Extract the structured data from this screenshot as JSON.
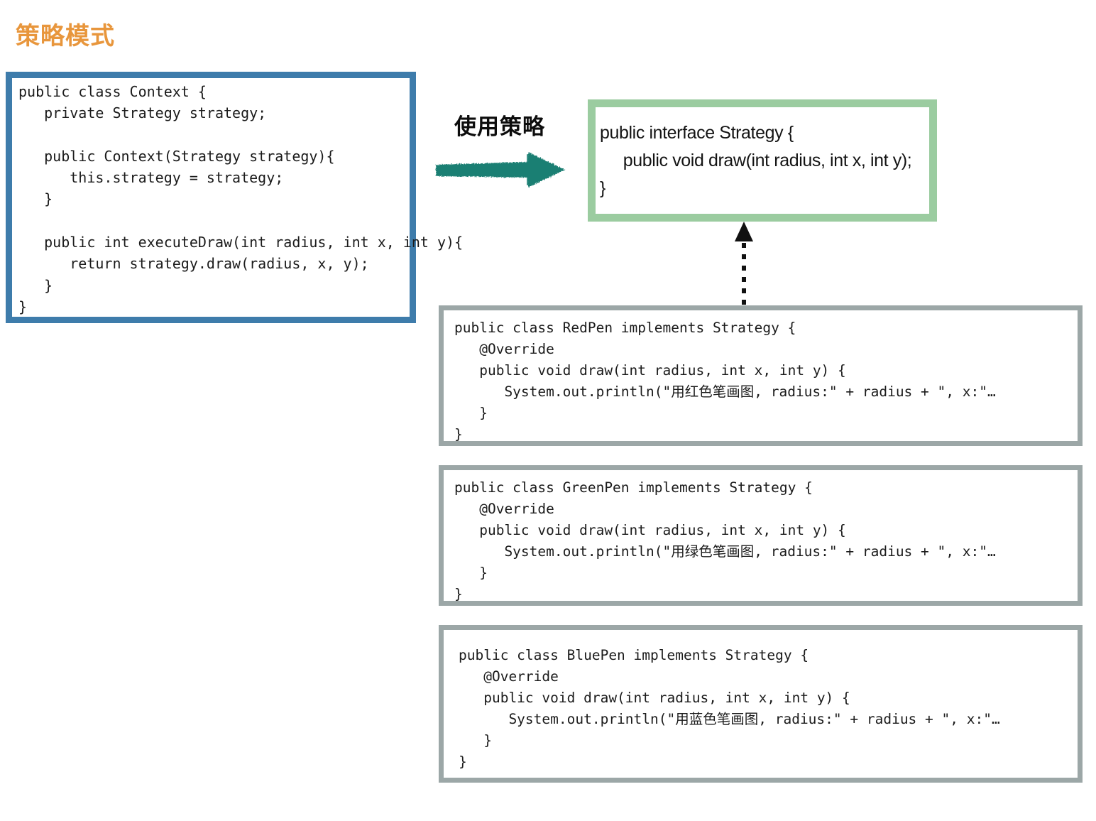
{
  "title": "策略模式",
  "colors": {
    "title": "#e8963c",
    "context_border": "#3e7cab",
    "strategy_border": "#9bcca0",
    "pen_border": "#9ca7a7",
    "arrow_teal": "#1a7f73",
    "dotted_arrow": "#111111",
    "code_text": "#1b1b1b"
  },
  "context": {
    "name": "Context",
    "code": "public class Context {\n   private Strategy strategy;\n\n   public Context(Strategy strategy){\n      this.strategy = strategy;\n   }\n\n   public int executeDraw(int radius, int x, int y){\n      return strategy.draw(radius, x, y);\n   }\n}"
  },
  "relation": {
    "use_strategy_label": "使用策略",
    "arrow_icon": "brush-arrow-right-icon",
    "inherit_icon": "dotted-arrow-up-icon"
  },
  "strategy": {
    "name": "Strategy",
    "code": "public interface Strategy {\n     public void draw(int radius, int x, int y);\n}"
  },
  "implementations": [
    {
      "name": "RedPen",
      "code": "public class RedPen implements Strategy {\n   @Override\n   public void draw(int radius, int x, int y) {\n      System.out.println(\"用红色笔画图, radius:\" + radius + \", x:\"…\n   }\n}"
    },
    {
      "name": "GreenPen",
      "code": "public class GreenPen implements Strategy {\n   @Override\n   public void draw(int radius, int x, int y) {\n      System.out.println(\"用绿色笔画图, radius:\" + radius + \", x:\"…\n   }\n}"
    },
    {
      "name": "BluePen",
      "code": "public class BluePen implements Strategy {\n   @Override\n   public void draw(int radius, int x, int y) {\n      System.out.println(\"用蓝色笔画图, radius:\" + radius + \", x:\"…\n   }\n}"
    }
  ]
}
